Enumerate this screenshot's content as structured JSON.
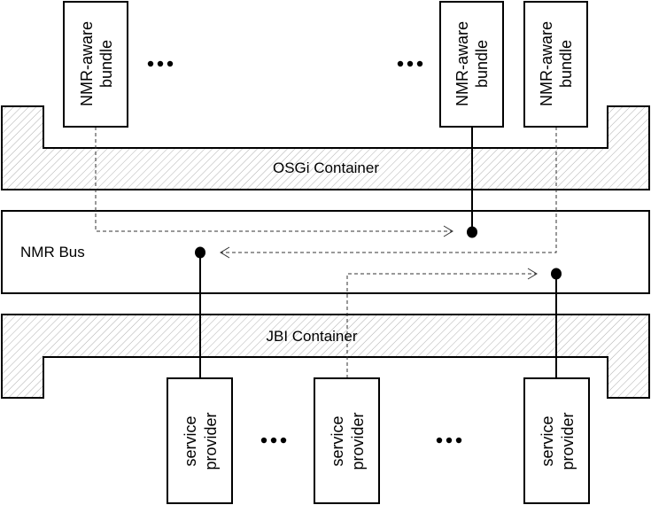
{
  "diagram": {
    "osgi_container": {
      "label": "OSGi Container"
    },
    "nmr_bus": {
      "label": "NMR Bus"
    },
    "jbi_container": {
      "label": "JBI Container"
    },
    "bundles": [
      {
        "line1": "NMR-aware",
        "line2": "bundle",
        "connection": "dashed"
      },
      {
        "line1": "NMR-aware",
        "line2": "bundle",
        "connection": "solid"
      },
      {
        "line1": "NMR-aware",
        "line2": "bundle",
        "connection": "dashed"
      }
    ],
    "providers": [
      {
        "line1": "service",
        "line2": "provider",
        "connection": "solid"
      },
      {
        "line1": "service",
        "line2": "provider",
        "connection": "dashed"
      },
      {
        "line1": "service",
        "line2": "provider",
        "connection": "solid"
      }
    ],
    "ellipsis": "•••",
    "messages": [
      {
        "from": "bundle-1",
        "to": "bundle-2-endpoint",
        "style": "dashed-arrow"
      },
      {
        "from": "bundle-3",
        "to": "provider-1-endpoint",
        "style": "dashed-arrow"
      },
      {
        "from": "provider-2",
        "to": "provider-3-endpoint",
        "style": "dashed-arrow"
      }
    ],
    "colors": {
      "stroke": "#000000",
      "hatch": "#b0b0b0",
      "background": "#ffffff"
    }
  }
}
